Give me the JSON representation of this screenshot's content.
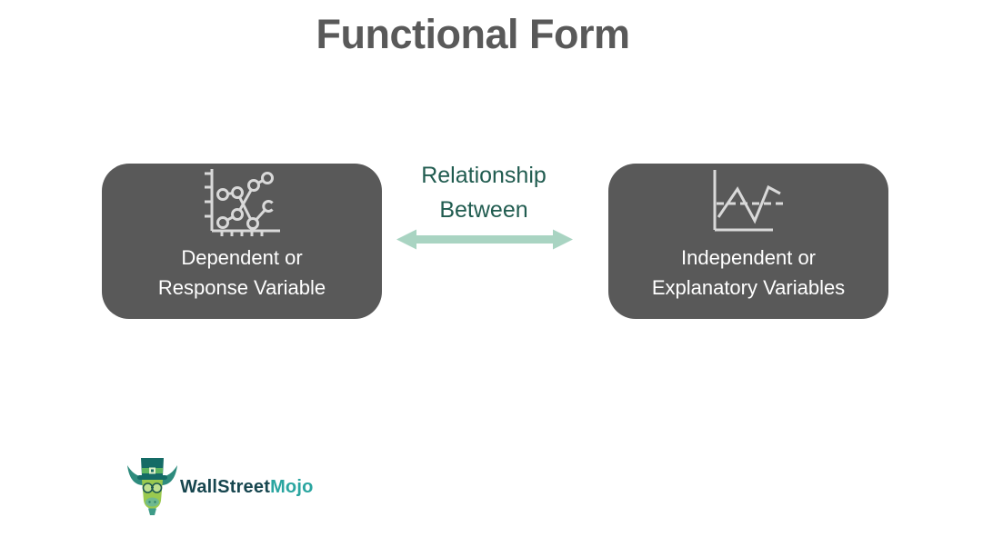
{
  "title": {
    "text": "Functional Form",
    "color": "#595959"
  },
  "connector": {
    "label_line1": "Relationship",
    "label_line2": "Between",
    "label_color": "#215C50",
    "arrow_style": "double-headed",
    "arrow_color": "#A9D4C2"
  },
  "boxes": {
    "fill_color": "#595959",
    "text_color": "#FFFFFF",
    "icon_color": "#D9D9D9",
    "left": {
      "icon": "scatter-line-chart-icon",
      "label_line1": "Dependent or",
      "label_line2": "Response Variable"
    },
    "right": {
      "icon": "trend-line-chart-icon",
      "label_line1": "Independent or",
      "label_line2": "Explanatory Variables"
    }
  },
  "logo": {
    "icon": "bull-mascot-icon",
    "name_part1": "WallStreet",
    "name_part2": "Mojo",
    "part1_color": "#17464F",
    "part2_color": "#2AA5A0"
  }
}
